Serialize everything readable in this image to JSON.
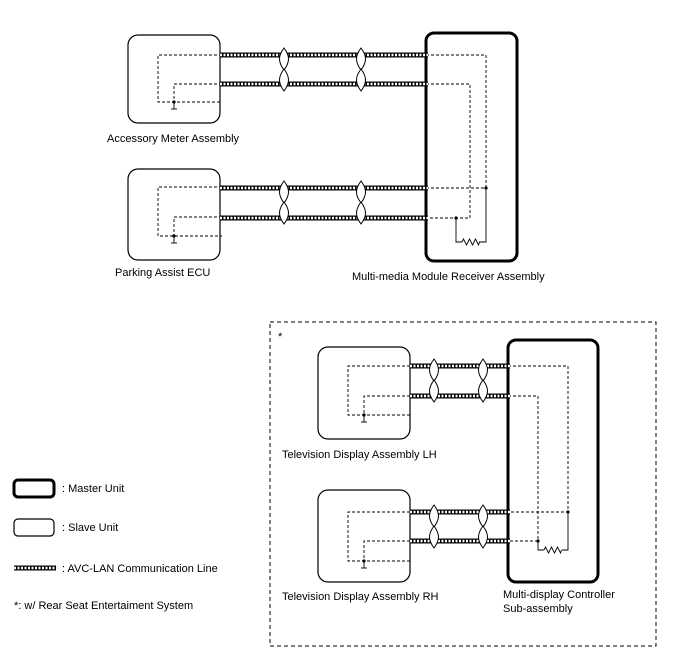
{
  "components": {
    "accessory_meter": "Accessory Meter Assembly",
    "parking_assist": "Parking Assist ECU",
    "multimedia_receiver": "Multi-media Module Receiver Assembly",
    "tv_lh": "Television Display Assembly LH",
    "tv_rh": "Television Display Assembly RH",
    "multi_display_line1": "Multi-display Controller",
    "multi_display_line2": "Sub-assembly"
  },
  "optional_group_marker": "*",
  "legend": {
    "master": ": Master Unit",
    "slave": ": Slave Unit",
    "avc_lan": ": AVC-LAN Communication Line",
    "note": "*: w/ Rear Seat Entertaiment System"
  }
}
